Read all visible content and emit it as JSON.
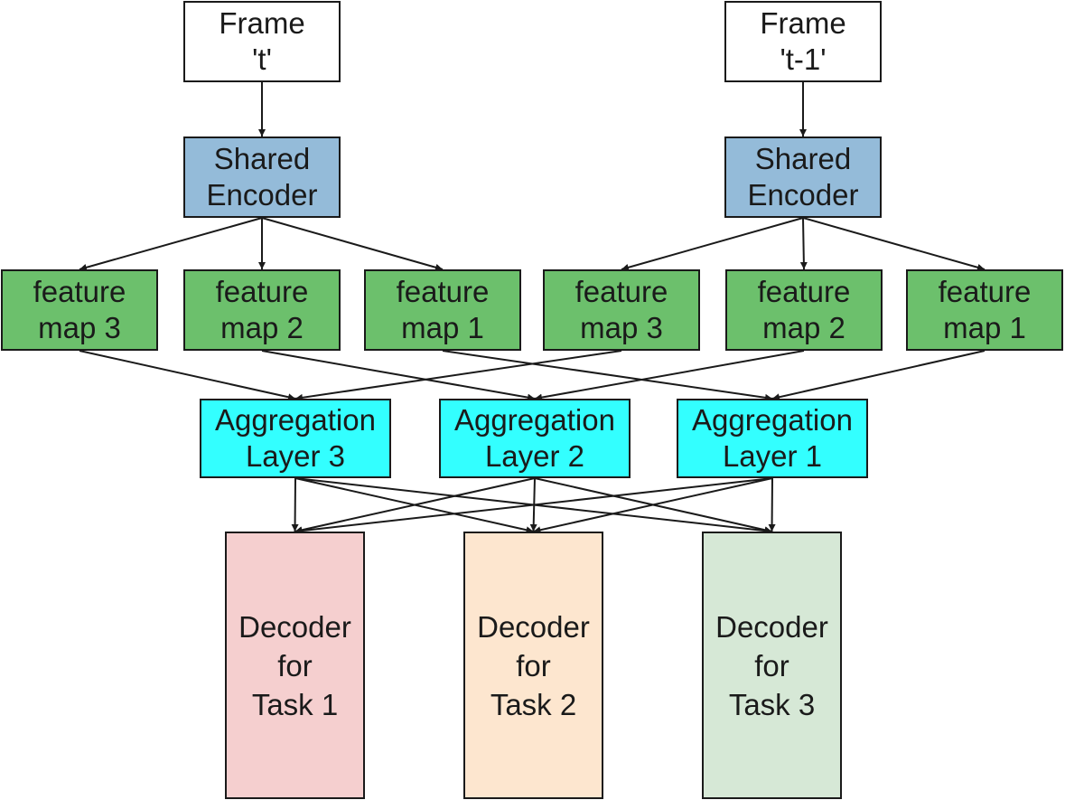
{
  "colors": {
    "frame": "#ffffff",
    "encoder": "#94bbd9",
    "feature_map": "#6cc06c",
    "aggregation": "#33ffff",
    "decoder_task_1": "#f5cfcf",
    "decoder_task_2": "#fde6cf",
    "decoder_task_3": "#d6e8d6",
    "edge": "#1a1a1a"
  },
  "frames": [
    {
      "line1": "Frame",
      "line2": "'t'"
    },
    {
      "line1": "Frame",
      "line2": "'t-1'"
    }
  ],
  "encoders": [
    {
      "line1": "Shared",
      "line2": "Encoder"
    },
    {
      "line1": "Shared",
      "line2": "Encoder"
    }
  ],
  "feature_maps": [
    {
      "line1": "feature",
      "line2": "map 3"
    },
    {
      "line1": "feature",
      "line2": "map 2"
    },
    {
      "line1": "feature",
      "line2": "map 1"
    },
    {
      "line1": "feature",
      "line2": "map 3"
    },
    {
      "line1": "feature",
      "line2": "map 2"
    },
    {
      "line1": "feature",
      "line2": "map 1"
    }
  ],
  "aggregation_layers": [
    {
      "line1": "Aggregation",
      "line2": "Layer 3"
    },
    {
      "line1": "Aggregation",
      "line2": "Layer 2"
    },
    {
      "line1": "Aggregation",
      "line2": "Layer 1"
    }
  ],
  "decoders": [
    {
      "line1": "Decoder",
      "line2": "for",
      "line3": "Task 1"
    },
    {
      "line1": "Decoder",
      "line2": "for",
      "line3": "Task 2"
    },
    {
      "line1": "Decoder",
      "line2": "for",
      "line3": "Task 3"
    }
  ]
}
